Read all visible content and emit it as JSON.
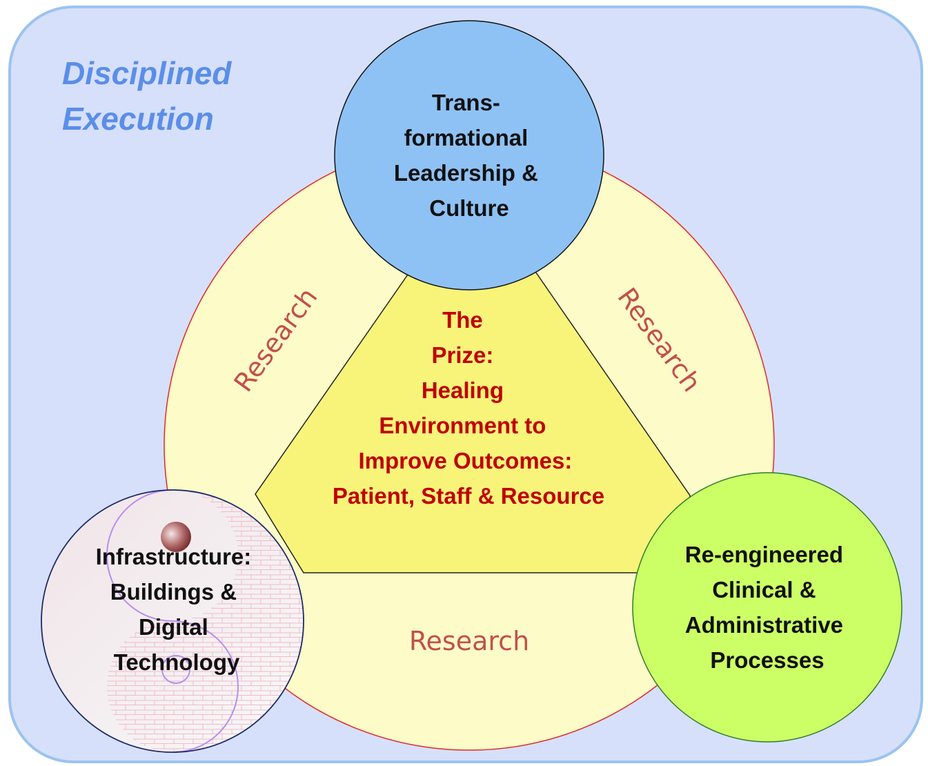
{
  "title": {
    "lines": [
      "Disciplined",
      "Execution"
    ]
  },
  "center": {
    "lines": [
      "The",
      "Prize:",
      "Healing",
      "Environment to",
      "Improve Outcomes:",
      "Patient, Staff & Resource"
    ]
  },
  "nodes": {
    "top": {
      "lines": [
        "Trans-",
        "formational",
        "Leadership &",
        "Culture"
      ]
    },
    "left": {
      "lines": [
        "Infrastructure:",
        "Buildings  &",
        "Digital",
        "Technology"
      ]
    },
    "right": {
      "lines": [
        "Re-engineered",
        "Clinical &",
        "Administrative",
        "Processes"
      ]
    }
  },
  "research": {
    "left": "Research",
    "right": "Research",
    "bottom": "Research"
  },
  "colors": {
    "background": "#d6e0fb",
    "frame_border": "#9cc3f0",
    "title": "#5b8ee8",
    "outer_circle_fill": "#fdfbc8",
    "outer_circle_stroke": "#e02828",
    "triangle_fill": "#f8f47a",
    "center_text": "#c00000",
    "research_text": "#c0504d",
    "top_circle_fill": "#8ec2f5",
    "right_circle_fill": "#ccff66",
    "left_circle_fill": "#f8f4f4"
  }
}
